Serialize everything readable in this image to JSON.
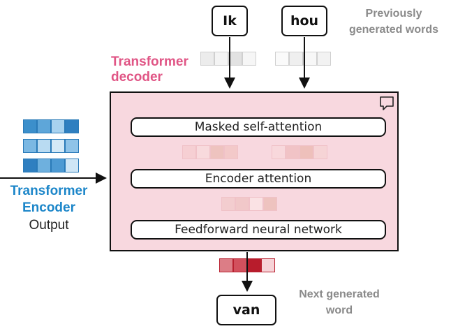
{
  "inputs": {
    "word1": "Ik",
    "word2": "hou",
    "caption_line1": "Previously",
    "caption_line2": "generated words"
  },
  "decoder": {
    "title_line1": "Transformer",
    "title_line2": "decoder",
    "layers": [
      "Masked self-attention",
      "Encoder attention",
      "Feedforward neural network"
    ]
  },
  "encoder": {
    "title_line1": "Transformer",
    "title_line2": "Encoder",
    "subtitle": "Output"
  },
  "output": {
    "word": "van",
    "caption_line1": "Next generated",
    "caption_line2": "word"
  },
  "colors": {
    "decoder_fill": "#f8d8df",
    "decoder_title": "#e05585",
    "encoder_title": "#1c86c9",
    "caption_gray": "#8a8a8a",
    "output_vector_red": "#c8283a"
  },
  "icons": [
    "comment-icon",
    "arrow-down-icon",
    "arrow-right-icon"
  ]
}
